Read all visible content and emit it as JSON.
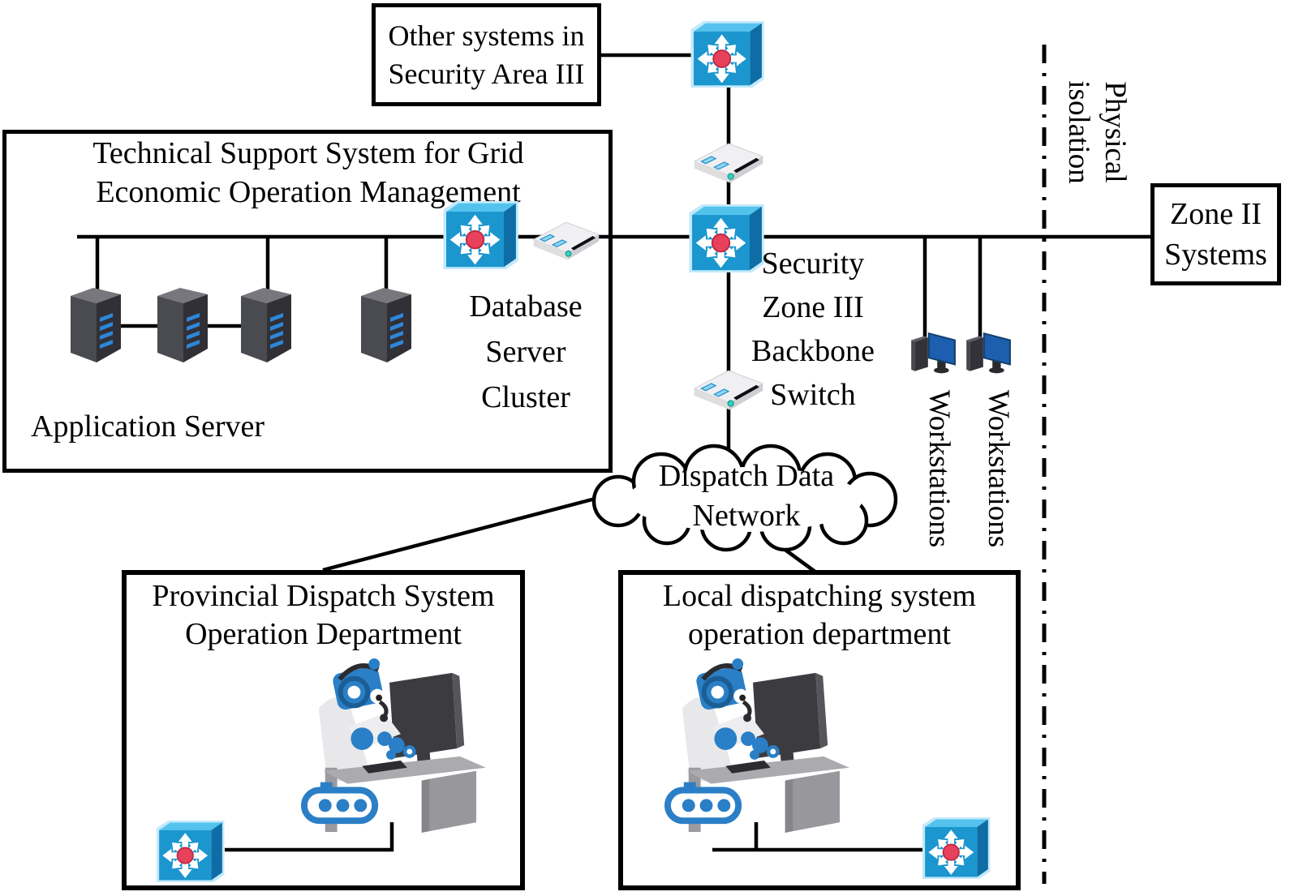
{
  "diagram": {
    "boxes": {
      "other_systems": {
        "lines": [
          "Other systems in",
          "Security Area III"
        ]
      },
      "tech_support": {
        "lines": [
          "Technical Support System for Grid",
          "Economic Operation Management"
        ]
      },
      "zone2": {
        "lines": [
          "Zone II",
          "Systems"
        ]
      },
      "provincial": {
        "lines": [
          "Provincial Dispatch System",
          "Operation Department"
        ]
      },
      "local": {
        "lines": [
          "Local dispatching system",
          "operation department"
        ]
      }
    },
    "labels": {
      "database_cluster": {
        "lines": [
          "Database",
          "Server",
          "Cluster"
        ]
      },
      "application_server": "Application Server",
      "backbone_switch": {
        "lines": [
          "Security",
          "Zone III",
          "Backbone",
          "Switch"
        ]
      },
      "cloud": {
        "lines": [
          "Dispatch Data",
          "Network"
        ]
      },
      "physical_isolation": {
        "lines": [
          "Physical",
          "isolation"
        ]
      },
      "workstation_left": "Workstations",
      "workstation_right": "Workstations"
    },
    "icons": {
      "switch": "network-switch-icon",
      "firewall": "network-security-device-icon",
      "server": "server-tower-icon",
      "workstation": "workstation-icon",
      "operator": "operator-at-desk-icon",
      "cloud": "network-cloud"
    },
    "colors": {
      "line_black": "#000000",
      "switch_front_blue": "#1b96cf",
      "switch_top_blue": "#53c3ee",
      "switch_side_blue": "#0e6da5",
      "switch_halo_blue": "#c2e9fa",
      "switch_center_red": "#e8415c",
      "device_gray": "#f0f0f3",
      "device_port_blue": "#8ed7f4",
      "device_led_teal": "#35d1c0",
      "server_front_gray": "#4a4a51",
      "server_side_gray": "#303036",
      "server_slat_blue": "#2e86d8",
      "monitor_screen_blue": "#1d5fae",
      "robot_blue": "#2a7fc6",
      "desk_gray": "#ababaf",
      "screen_dark_gray": "#3b3b40"
    }
  }
}
